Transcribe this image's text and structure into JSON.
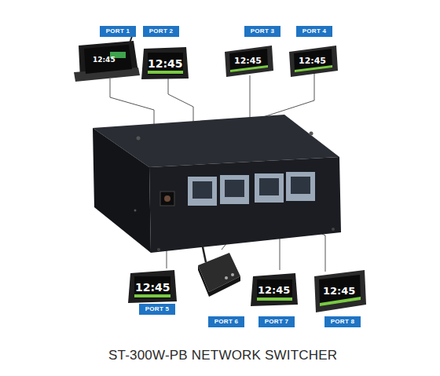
{
  "diagram": {
    "caption": "ST-300W-PB NETWORK SWITCHER",
    "nodes": [
      {
        "text": [
          "PORT 1"
        ]
      },
      {
        "text": [
          "PORT 2"
        ]
      },
      {
        "text": [
          "PORT 3"
        ]
      },
      {
        "text": [
          "PORT 4"
        ]
      },
      {
        "text": [
          "PORT 5"
        ]
      },
      {
        "text": [
          "PORT 6"
        ]
      },
      {
        "text": [
          "PORT 7"
        ]
      },
      {
        "text": [
          "PORT 8"
        ]
      }
    ],
    "labels": [
      "12:45",
      "12:45",
      "12:45",
      "12:45",
      "12:45",
      "12:45",
      "12:45"
    ]
  }
}
